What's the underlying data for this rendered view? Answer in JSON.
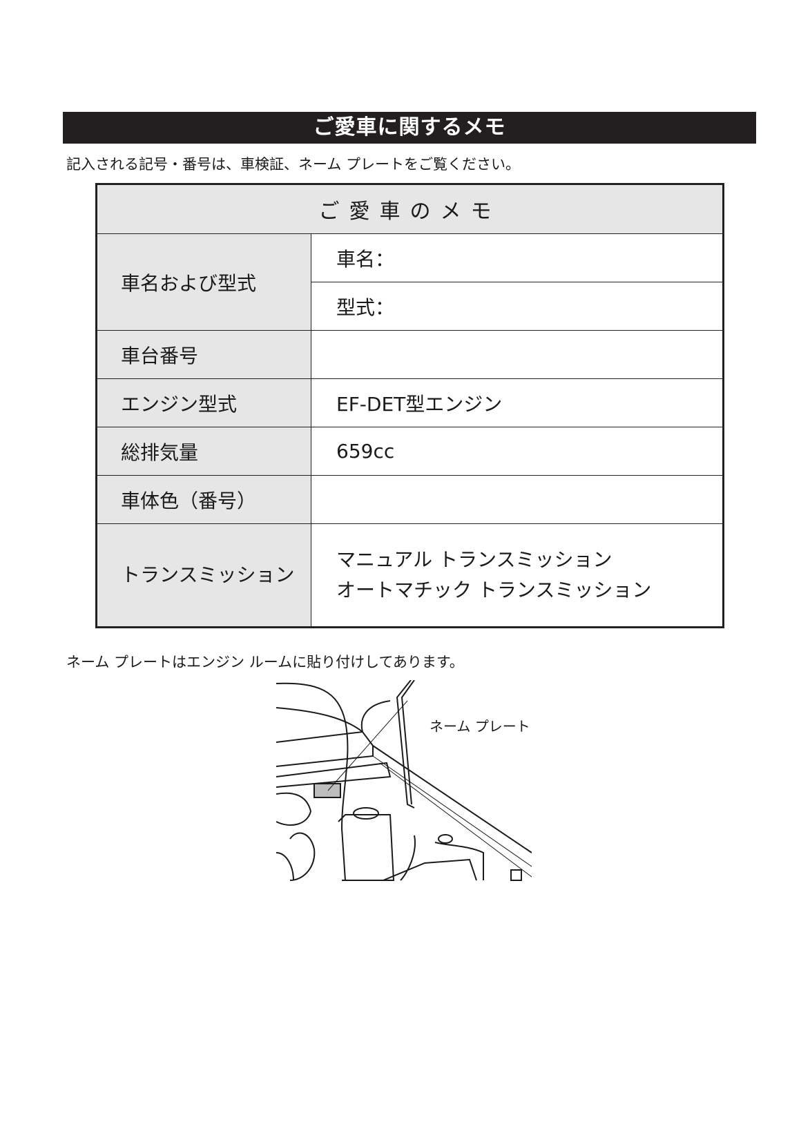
{
  "title": "ご愛車に関するメモ",
  "subtitle": "記入される記号・番号は、車検証、ネーム プレートをご覧ください。",
  "memo_table": {
    "heading": "ご愛車のメモ",
    "rows": [
      {
        "label": "車名および型式",
        "values": [
          "車名：",
          "型式："
        ]
      },
      {
        "label": "車台番号",
        "value": ""
      },
      {
        "label": "エンジン型式",
        "value": "EF-DET型エンジン"
      },
      {
        "label": "総排気量",
        "value": "659cc"
      },
      {
        "label": "車体色（番号）",
        "value": ""
      },
      {
        "label": "トランスミッション",
        "values": [
          "マニュアル トランスミッション",
          "オートマチック トランスミッション"
        ]
      }
    ]
  },
  "note": "ネーム プレートはエンジン ルームに貼り付けしてあります。",
  "illustration": {
    "callout": "ネーム プレート"
  }
}
